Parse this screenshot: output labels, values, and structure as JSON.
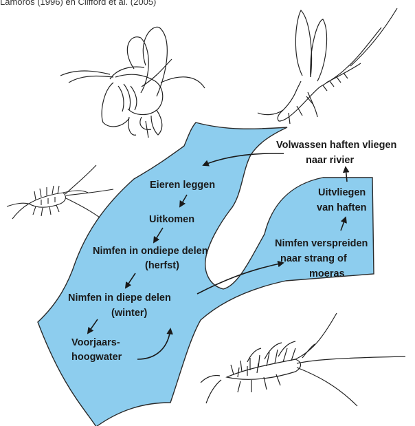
{
  "caption": "Lamoros (1996) en Clifford et al. (2005)",
  "colors": {
    "water": "#8DCDEE",
    "outline": "#2a2a2a",
    "arrow": "#1a1a1a"
  },
  "icons": [
    "mayfly-adult-side-icon",
    "mayfly-adult-top-icon",
    "mayfly-nymph-small-icon",
    "mayfly-nymph-large-icon"
  ],
  "labels": {
    "eggs": "Eieren leggen",
    "hatch": "Uitkomen",
    "shallow_1": "Nimfen in ondiepe delen",
    "shallow_2": "(herfst)",
    "deep_1": "Nimfen in diepe delen",
    "deep_2": "(winter)",
    "flood_1": "Voorjaars-",
    "flood_2": "hoogwater",
    "spread_1": "Nimfen verspreiden",
    "spread_2": "naar strang of",
    "spread_3": "moeras",
    "emerge_1": "Uitvliegen",
    "emerge_2": "van haften",
    "adults_1": "Volwassen haften vliegen",
    "adults_2": "naar rivier"
  }
}
